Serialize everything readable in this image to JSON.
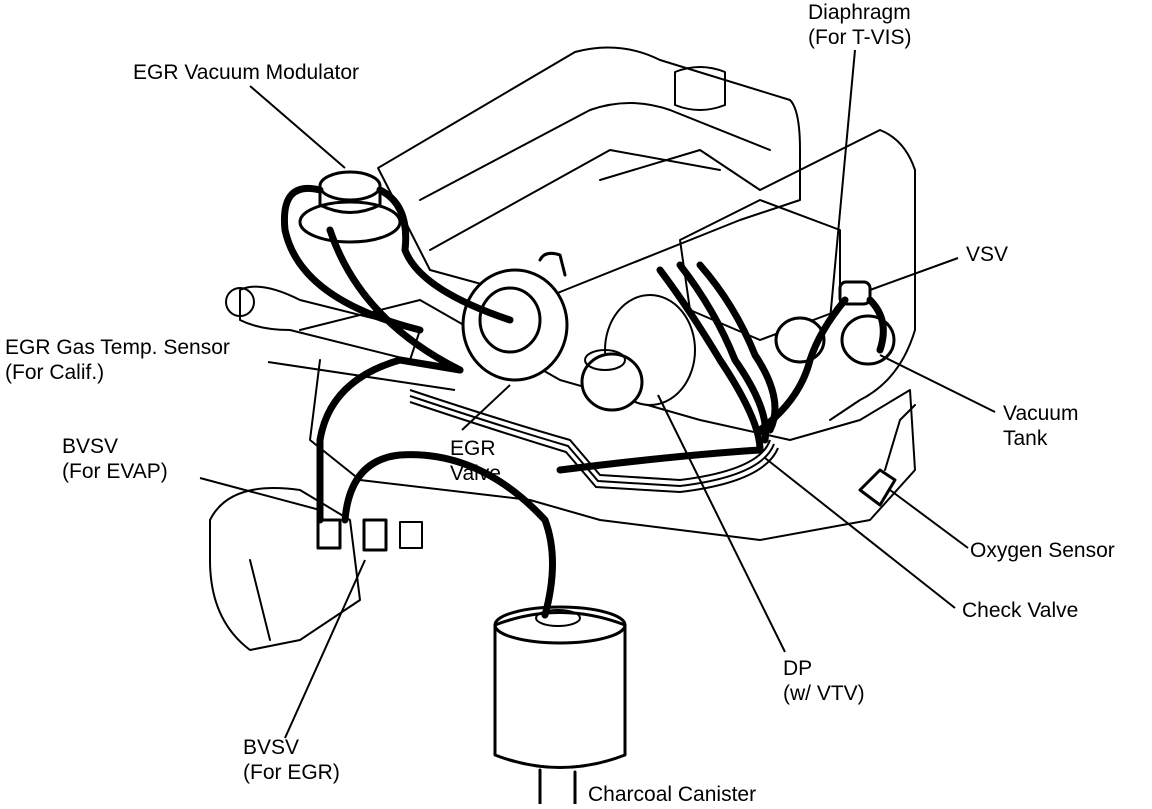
{
  "labels": {
    "diaphragm": [
      "Diaphragm",
      "(For T-VIS)"
    ],
    "egr_vacuum_modulator": [
      "EGR Vacuum Modulator"
    ],
    "vsv": [
      "VSV"
    ],
    "egr_gas_temp_sensor": [
      "EGR Gas Temp. Sensor",
      "(For Calif.)"
    ],
    "vacuum_tank": [
      "Vacuum",
      "Tank"
    ],
    "egr_valve": [
      "EGR",
      "Valve"
    ],
    "bvsv_evap": [
      "BVSV",
      "(For EVAP)"
    ],
    "oxygen_sensor": [
      "Oxygen Sensor"
    ],
    "check_valve": [
      "Check Valve"
    ],
    "dp_vtv": [
      "DP",
      "(w/ VTV)"
    ],
    "bvsv_egr": [
      "BVSV",
      "(For EGR)"
    ],
    "charcoal_canister": [
      "Charcoal Canister"
    ]
  },
  "colors": {
    "ink": "#000000",
    "paper": "#ffffff"
  }
}
